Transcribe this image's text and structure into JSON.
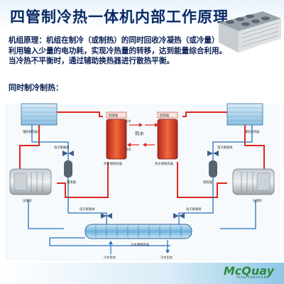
{
  "title": "四管制冷热一体机内部工作原理",
  "description": {
    "label": "机组原理：",
    "line1": "机组在制冷（或制热）的同时回收冷凝热（或冷量）",
    "line2": "利用输入少量的电功耗，实现冷热量的转移，达到能量综合利用。",
    "line3": "当冷热不平衡时，通过辅助换热器进行散热平衡。"
  },
  "subtitle": "同时制冷制热：",
  "diagram": {
    "left_coil": "辅助换热器",
    "right_coil": "辅助换热器",
    "left_valve_top": "电子膨胀阀",
    "right_valve_top": "电子膨胀阀",
    "left_valve_bottom": "电子膨胀阀",
    "right_valve_bottom": "电子膨胀阀",
    "left_receiver": "储液器",
    "right_receiver": "储液器",
    "left_compressor": "压缩机",
    "right_compressor": "压缩机",
    "left_hx": "热水侧换热器",
    "right_hx": "热水侧换热器",
    "left_hx_top": "回液器",
    "right_hx_top": "回液器",
    "hot_water": "热水",
    "out_water": "出水",
    "in_water": "进水",
    "evaporator": "冷水侧换热器",
    "cold_out": "冷水出水",
    "cold_in": "冷水进水"
  },
  "logo": {
    "brand": "McQuay",
    "sub": "International",
    "color": "#2c8a3c"
  }
}
